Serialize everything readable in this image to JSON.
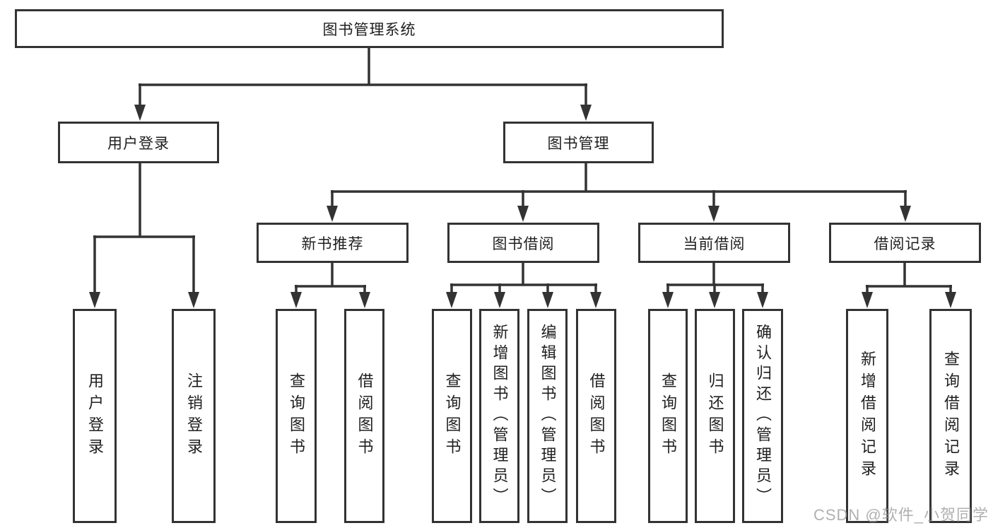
{
  "diagram_type": "tree",
  "colors": {
    "line": "#333333",
    "box_border": "#333333",
    "text": "#1f1f1f",
    "watermark": "#a8a8a8"
  },
  "tree": {
    "label": "图书管理系统",
    "children": [
      {
        "label": "用户登录",
        "children": [
          {
            "label": "用户登录"
          },
          {
            "label": "注销登录"
          }
        ]
      },
      {
        "label": "图书管理",
        "children": [
          {
            "label": "新书推荐",
            "children": [
              {
                "label": "查询图书"
              },
              {
                "label": "借阅图书"
              }
            ]
          },
          {
            "label": "图书借阅",
            "children": [
              {
                "label": "查询图书"
              },
              {
                "label": "新增图书（管理员）"
              },
              {
                "label": "编辑图书（管理员）"
              },
              {
                "label": "借阅图书"
              }
            ]
          },
          {
            "label": "当前借阅",
            "children": [
              {
                "label": "查询图书"
              },
              {
                "label": "归还图书"
              },
              {
                "label": "确认归还（管理员）"
              }
            ]
          },
          {
            "label": "借阅记录",
            "children": [
              {
                "label": "新增借阅记录"
              },
              {
                "label": "查询借阅记录"
              }
            ]
          }
        ]
      }
    ]
  },
  "watermark": "CSDN @软件_小贺同学"
}
